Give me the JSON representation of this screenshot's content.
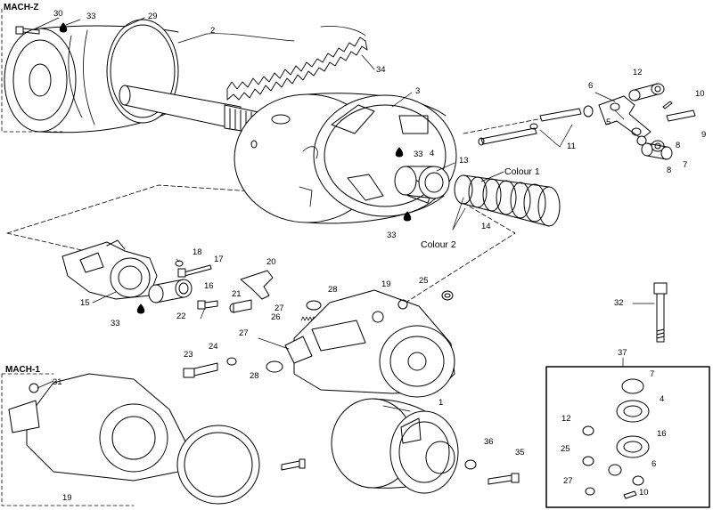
{
  "diagram": {
    "variant_labels": {
      "mach_z": "MACH-Z",
      "mach_1": "MACH-1"
    },
    "colour_labels": {
      "colour_1": "Colour 1",
      "colour_2": "Colour 2"
    },
    "callouts": {
      "n30": "30",
      "n33a": "33",
      "n29": "29",
      "n2": "2",
      "n34": "34",
      "n3": "3",
      "n4a": "4",
      "n13": "13",
      "n33b": "33",
      "n33c": "33",
      "n14": "14",
      "n12a": "12",
      "n6a": "6",
      "n10a": "10",
      "n5": "5",
      "n11": "11",
      "n9": "9",
      "n8a": "8",
      "n7a": "7",
      "n8b": "8",
      "n18": "18",
      "n17": "17",
      "n20": "20",
      "n16a": "16",
      "n15": "15",
      "n33d": "33",
      "n22": "22",
      "n21": "21",
      "n28a": "28",
      "n19a": "19",
      "n25a": "25",
      "n27a": "27",
      "n26": "26",
      "n24": "24",
      "n23": "23",
      "n27b": "27",
      "n28b": "28",
      "n31": "31",
      "n19b": "19",
      "n1": "1",
      "n36": "36",
      "n35": "35",
      "n32": "32",
      "n37": "37",
      "n7b": "7",
      "n4b": "4",
      "n12b": "12",
      "n16b": "16",
      "n25b": "25",
      "n6b": "6",
      "n27c": "27",
      "n10b": "10"
    }
  }
}
